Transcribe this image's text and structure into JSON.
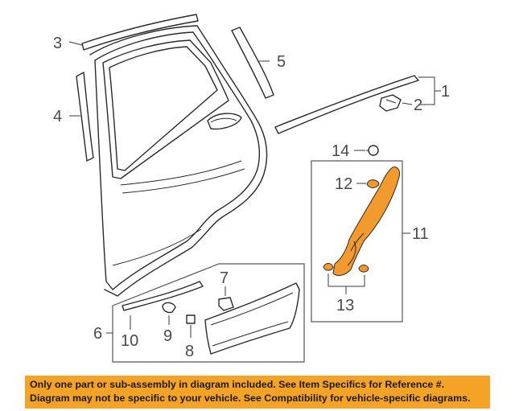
{
  "callouts": {
    "c1": "1",
    "c2": "2",
    "c3": "3",
    "c4": "4",
    "c5": "5",
    "c6": "6",
    "c7": "7",
    "c8": "8",
    "c9": "9",
    "c10": "10",
    "c11": "11",
    "c12": "12",
    "c13": "13",
    "c14": "14"
  },
  "colors": {
    "highlight_part": "#f29a2e",
    "banner_background": "#f4a326"
  },
  "disclaimer": {
    "line1": "Only one part or sub-assembly in diagram included. See Item Specifics for Reference #.",
    "line2": "Diagram may not be specific to your vehicle. See Compatibility for vehicle-specific diagrams."
  }
}
